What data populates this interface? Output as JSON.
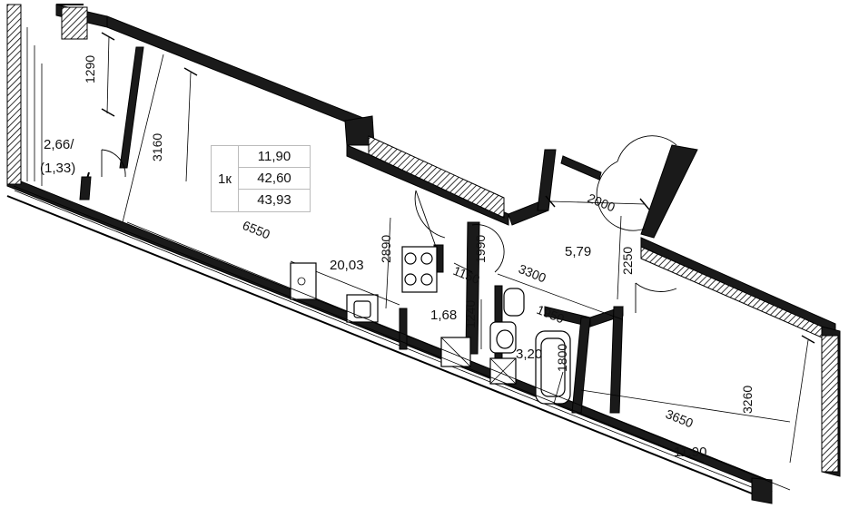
{
  "summary": {
    "type": "1к",
    "living_area": "11,90",
    "area_total": "42,60",
    "area_with_balcony": "43,93"
  },
  "rooms": {
    "loggia": {
      "area": "2,66/",
      "area_reduced": "(1,33)"
    },
    "living": "20,03",
    "hall": "5,79",
    "wc": "1,68",
    "bath": "3,20",
    "bedroom": "11,90"
  },
  "dimensions": {
    "loggia_depth": "1290",
    "entry_width": "3160",
    "living_length": "6550",
    "kitchen_depth": "2890",
    "column": "1990",
    "wc_width": "1150",
    "wc_depth": "1240",
    "hall_length": "3300",
    "bath_width": "1950",
    "bath_length": "1800",
    "door_width": "2000",
    "hall_depth": "2250",
    "bedroom_length": "3650",
    "bedroom_width": "3260"
  }
}
